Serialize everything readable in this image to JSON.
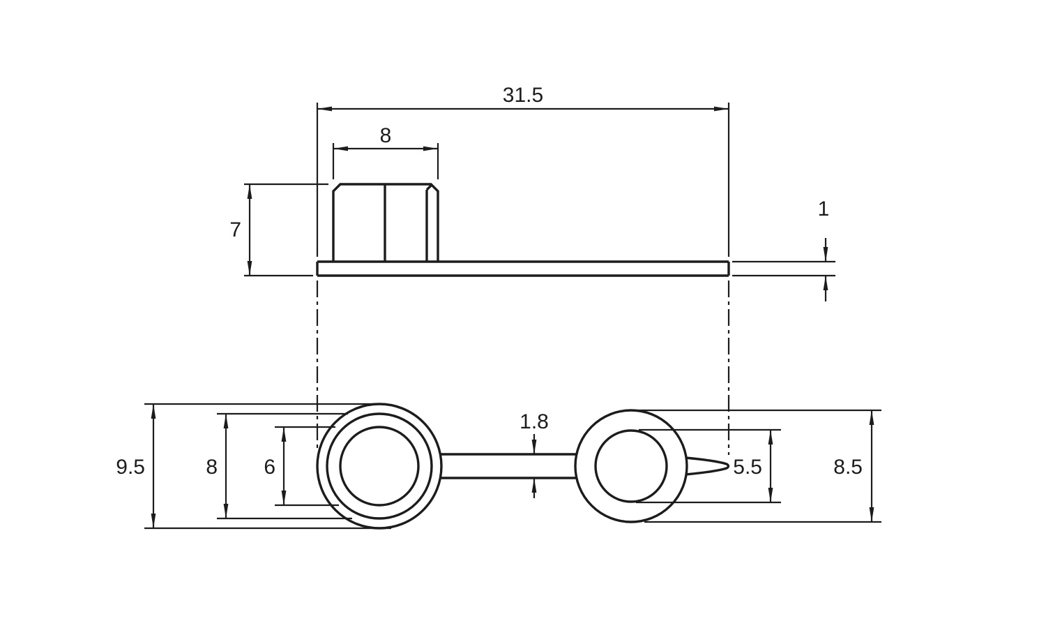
{
  "drawing": {
    "side_view": {
      "overall_length": "31.5",
      "cap_width": "8",
      "cap_height": "7",
      "plate_thickness": "1"
    },
    "plan_view": {
      "left_outer_diameter": "9.5",
      "left_middle_diameter": "8",
      "left_inner_diameter": "6",
      "strap_width": "1.8",
      "right_inner_diameter": "5.5",
      "right_outer_diameter": "8.5"
    },
    "colors": {
      "line": "#1c1c1c",
      "background": "#ffffff"
    }
  }
}
